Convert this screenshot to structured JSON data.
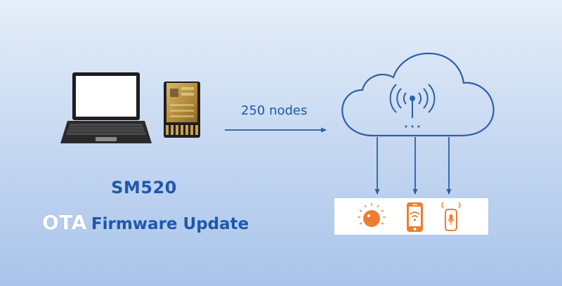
{
  "labels": {
    "model": "SM520",
    "ota": "OTA",
    "firmware_update": "Firmware Update",
    "nodes": "250 nodes"
  },
  "colors": {
    "arrow_blue": "#2d5fa8",
    "text_blue": "#1f58ab",
    "device_orange": "#ee7d2f",
    "module_gold": "#b98f3d"
  },
  "icons": [
    "laptop-icon",
    "module-icon",
    "cloud-icon",
    "antenna-icon",
    "dial-icon",
    "smartphone-wifi-icon",
    "smart-speaker-icon"
  ]
}
